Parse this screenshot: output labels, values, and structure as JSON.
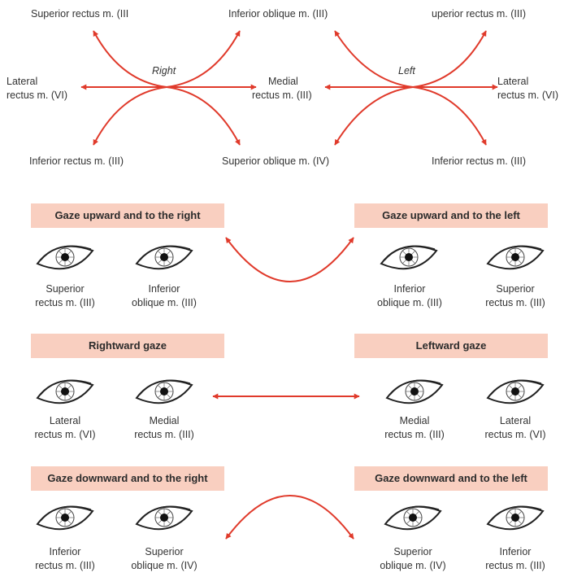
{
  "top_diagram": {
    "right": {
      "center_label": "Right",
      "up_left": "Superior rectus m. (III",
      "up_right": "Inferior oblique m. (III)",
      "left_line1": "Lateral",
      "left_line2": "rectus m. (VI)",
      "right_line1": "Medial",
      "right_line2": "rectus m. (III)",
      "down_left": "Inferior rectus m. (III)",
      "down_right": "Superior oblique m. (IV)"
    },
    "left": {
      "center_label": "Left",
      "up_right": "uperior rectus m. (III)",
      "right_line1": "Lateral",
      "right_line2": "rectus m. (VI)",
      "down_right": "Inferior rectus m. (III)"
    }
  },
  "rows": [
    {
      "left_banner": "Gaze upward and to the right",
      "right_banner": "Gaze upward and to the left",
      "labels": [
        [
          "Superior",
          "rectus m. (III)"
        ],
        [
          "Inferior",
          "oblique m. (III)"
        ],
        [
          "Inferior",
          "oblique m. (III)"
        ],
        [
          "Superior",
          "rectus m. (III)"
        ]
      ]
    },
    {
      "left_banner": "Rightward gaze",
      "right_banner": "Leftward gaze",
      "labels": [
        [
          "Lateral",
          "rectus m. (VI)"
        ],
        [
          "Medial",
          "rectus m. (III)"
        ],
        [
          "Medial",
          "rectus m. (III)"
        ],
        [
          "Lateral",
          "rectus m. (VI)"
        ]
      ]
    },
    {
      "left_banner": "Gaze downward and to the right",
      "right_banner": "Gaze downward and to the left",
      "labels": [
        [
          "Inferior",
          "rectus m. (III)"
        ],
        [
          "Superior",
          "oblique m. (IV)"
        ],
        [
          "Superior",
          "oblique m. (IV)"
        ],
        [
          "Inferior",
          "rectus m. (III)"
        ]
      ]
    }
  ],
  "colors": {
    "arrow": "#e03a2b",
    "banner": "#f9cfc0",
    "text": "#333333"
  },
  "icons": [
    "eye-icon",
    "double-arrow-icon"
  ]
}
